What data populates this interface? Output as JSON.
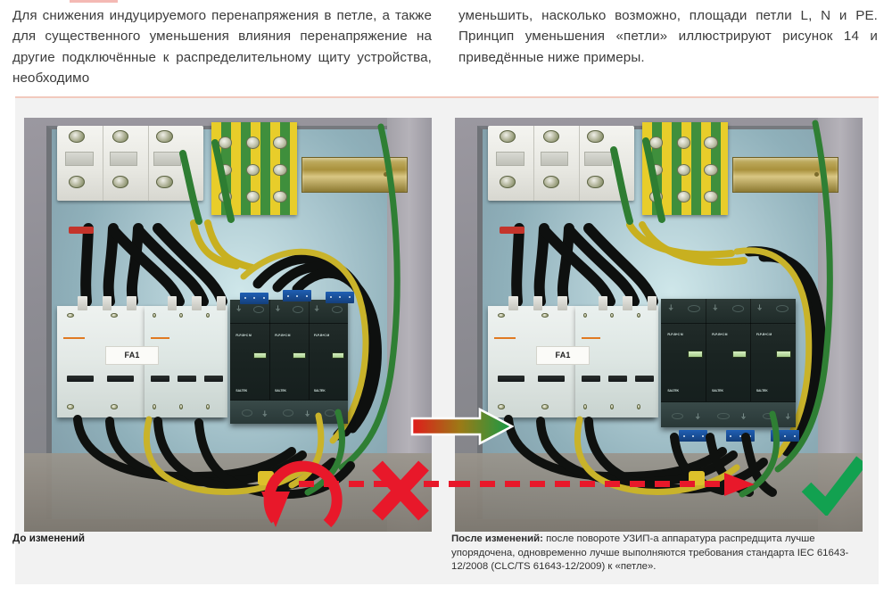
{
  "document": {
    "language": "ru",
    "body_paragraphs": {
      "left": "Для снижения индуцируемого перенапряжения в петле, а также для существенного уменьшения влияния перенапряжение на другие подключённые к распределительному щиту устройства, необходимо",
      "right": "уменьшить, насколько возможно, площади петли L, N и PE. Принцип уменьшения «петли» иллюстрируют рисунок 14 и приведённые ниже примеры."
    }
  },
  "figure": {
    "panel_background": "#f2f2f2",
    "divider_color": "#f2c9bd",
    "left_photo": {
      "alt": "Электрический распределительный щит до изменений: УЗИП установлен вертикально",
      "state": "before",
      "annotations": {
        "rotation_arrow": {
          "name": "rotate-arrow",
          "color": "#e8182a"
        },
        "dashed_loop_line": {
          "name": "loop-line",
          "color": "#e8182a"
        },
        "verdict": {
          "symbol": "✕",
          "color": "#e8182a",
          "meaning": "неправильно"
        }
      },
      "labels": {
        "breaker_group": "FA1"
      }
    },
    "right_photo": {
      "alt": "Электрический распределительный щит после изменений: УЗИП повёрнут",
      "state": "after",
      "annotations": {
        "dashed_loop_line": {
          "name": "loop-line",
          "color": "#e8182a"
        },
        "verdict": {
          "symbol": "✓",
          "color": "#12a150",
          "meaning": "правильно"
        }
      },
      "labels": {
        "breaker_group": "FA1"
      }
    },
    "transition_arrow": {
      "name": "red-to-green-arrow",
      "from_color": "#e01b1b",
      "to_color": "#139b47"
    },
    "captions": {
      "left": "До изменений",
      "right_lead": "После изменений:",
      "right_body": " после повороте УЗИП-а аппаратура распредщита лучше упорядочена, одновременно лучше выполняются требования стандарта IEC 61643-12/2008 (CLC/TS 61643-12/2009) к «петле»."
    }
  }
}
